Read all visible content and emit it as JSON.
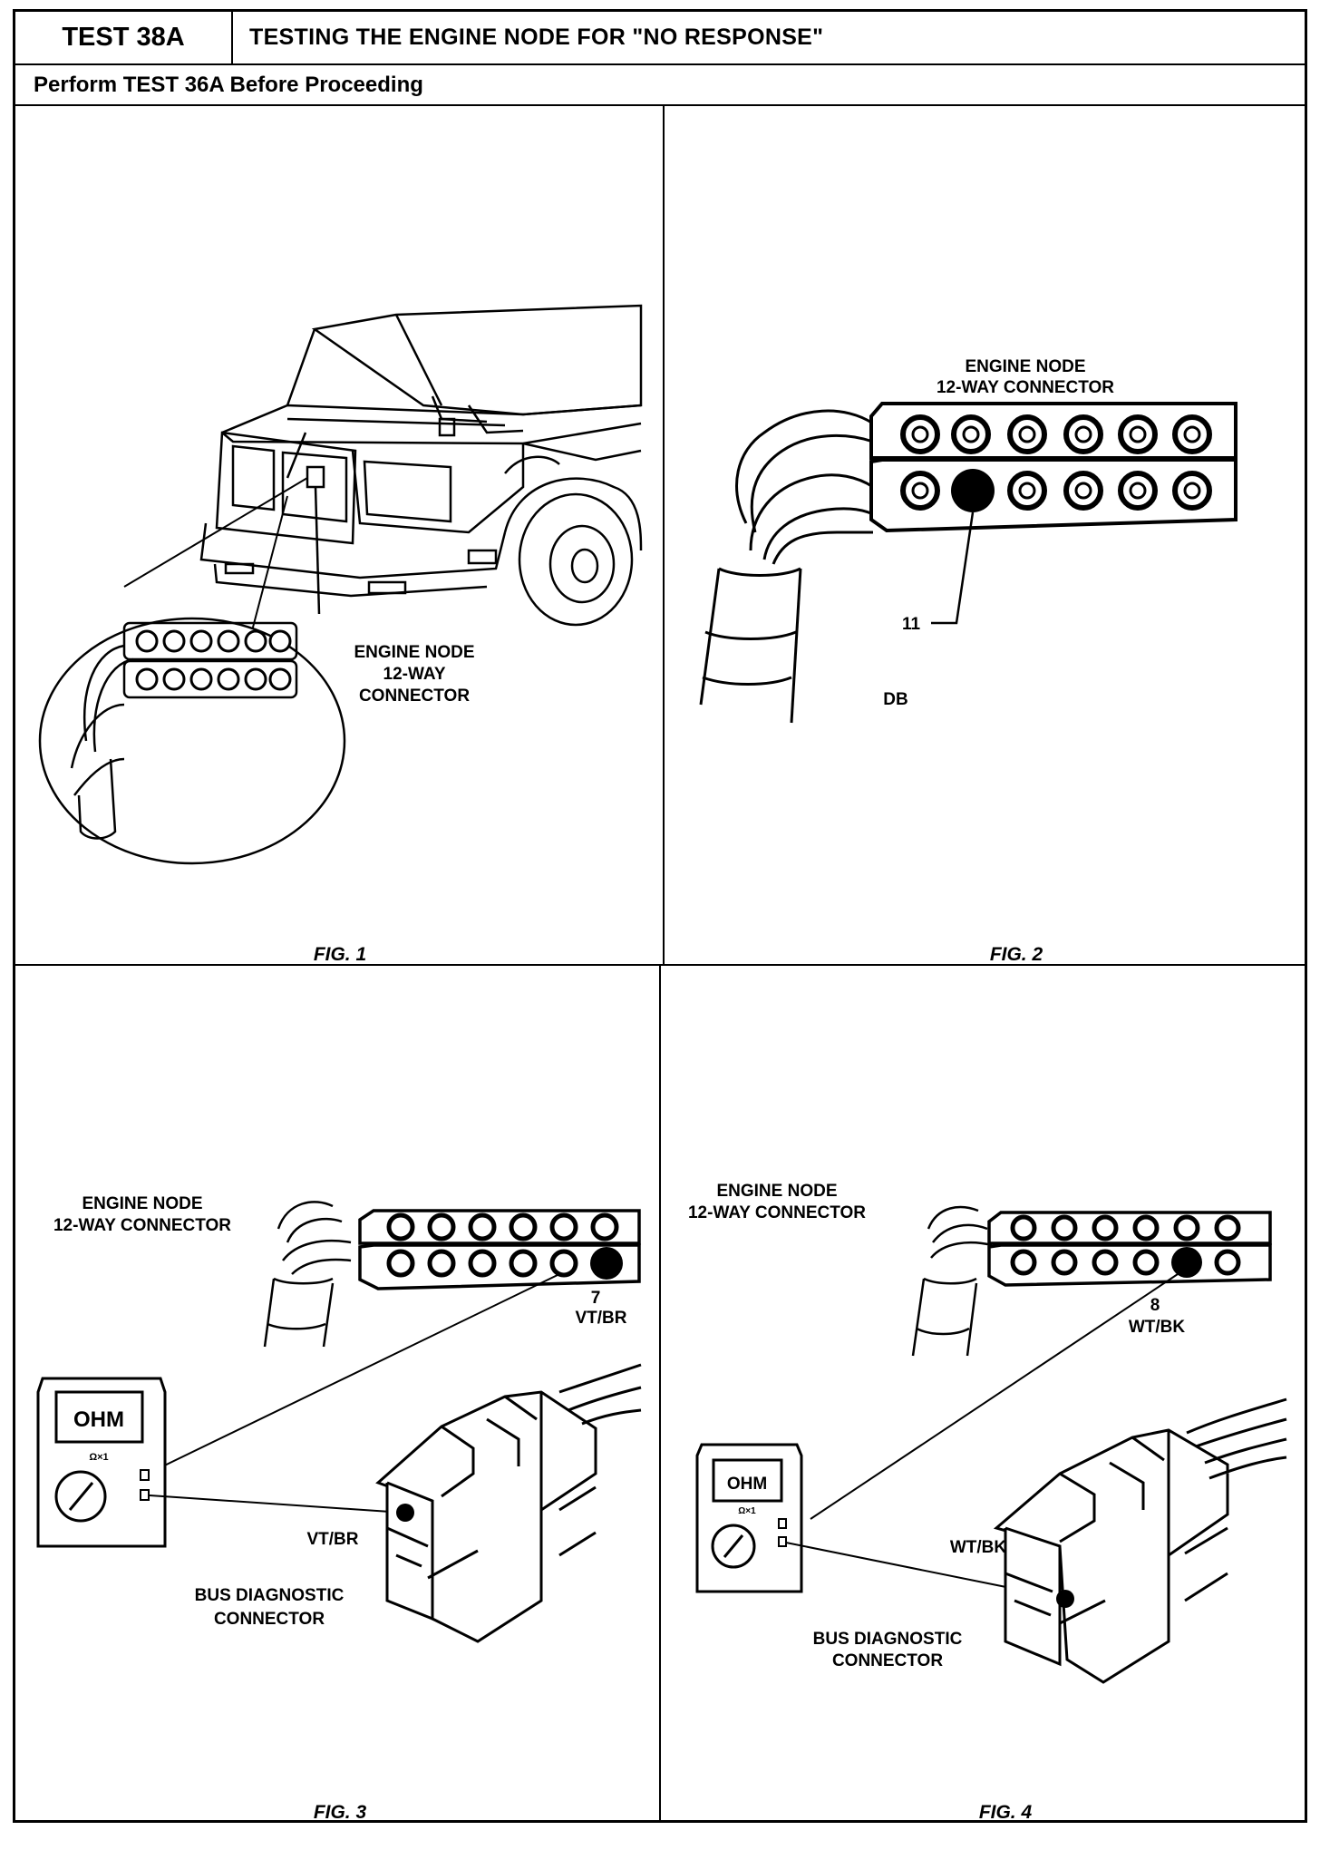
{
  "header": {
    "test_id": "TEST 38A",
    "title": "TESTING THE ENGINE NODE FOR \"NO RESPONSE\"",
    "prerequisite": "Perform TEST 36A Before Proceeding"
  },
  "figures": [
    {
      "caption": "FIG. 1",
      "label_line1": "ENGINE NODE",
      "label_line2": "12-WAY",
      "label_line3": "CONNECTOR"
    },
    {
      "caption": "FIG. 2",
      "label_line1": "ENGINE NODE",
      "label_line2": "12-WAY CONNECTOR",
      "pin_number": "11",
      "pin_color": "DB"
    },
    {
      "caption": "FIG. 3",
      "label_line1": "ENGINE NODE",
      "label_line2": "12-WAY CONNECTOR",
      "pin_number": "7",
      "pin_color": "VT/BR",
      "meter_label": "OHM",
      "meter_range": "Ω×1",
      "wire_label": "VT/BR",
      "bus_label_line1": "BUS DIAGNOSTIC",
      "bus_label_line2": "CONNECTOR"
    },
    {
      "caption": "FIG. 4",
      "label_line1": "ENGINE NODE",
      "label_line2": "12-WAY CONNECTOR",
      "pin_number": "8",
      "pin_color": "WT/BK",
      "meter_label": "OHM",
      "meter_range": "Ω×1",
      "wire_label": "WT/BK",
      "bus_label_line1": "BUS DIAGNOSTIC",
      "bus_label_line2": "CONNECTOR"
    }
  ]
}
